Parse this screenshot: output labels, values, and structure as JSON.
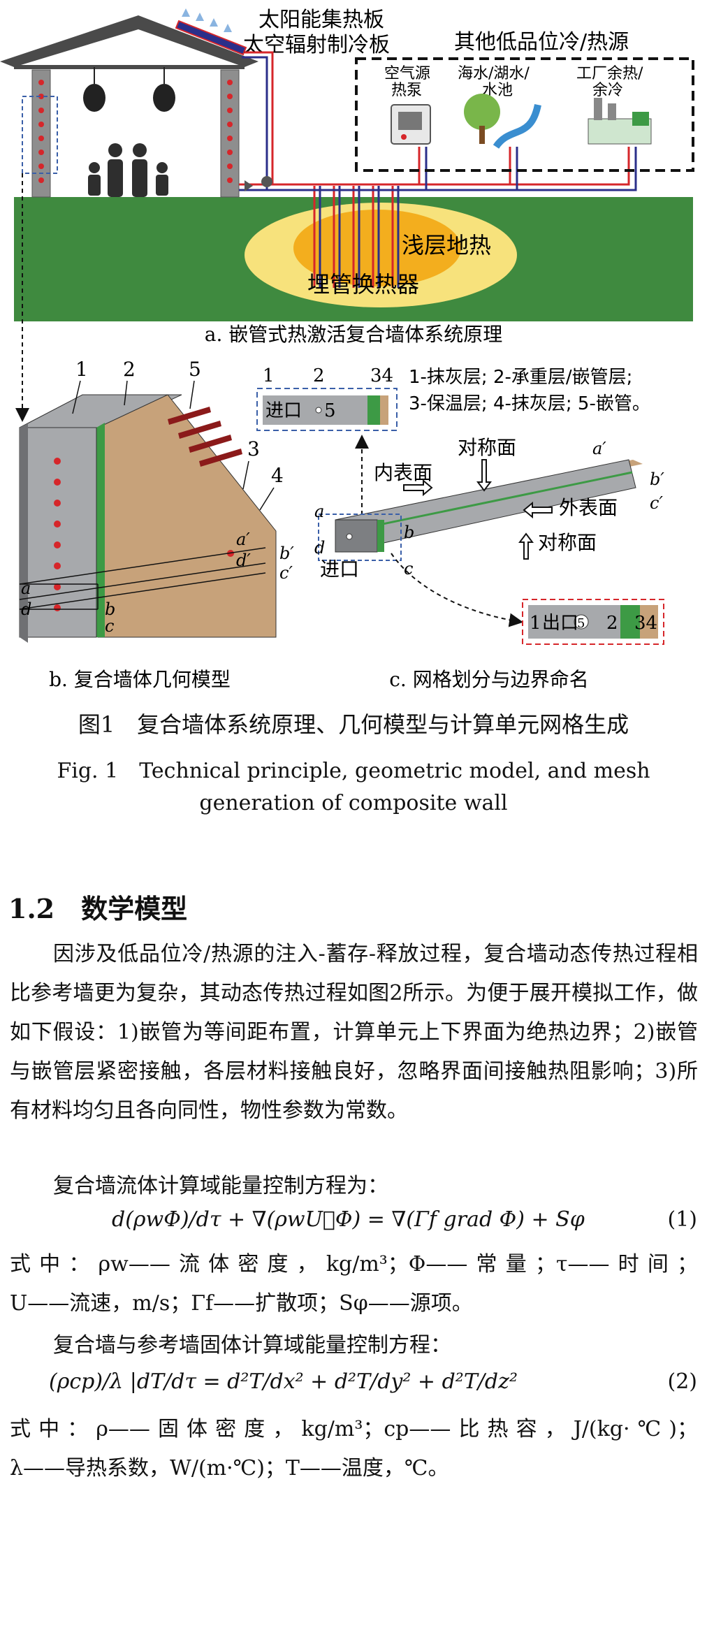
{
  "figure": {
    "panel_a": {
      "solar_label_1": "太阳能集热板",
      "solar_label_2": "太空辐射制冷板",
      "other_sources_title": "其他低品位冷/热源",
      "source_1_a": "空气源",
      "source_1_b": "热泵",
      "source_2_a": "海水/湖水/",
      "source_2_b": "水池",
      "source_3_a": "工厂余热/",
      "source_3_b": "余冷",
      "shallow_geo": "浅层地热",
      "buried_pipe": "埋管换热器",
      "caption": "a. 嵌管式热激活复合墙体系统原理"
    },
    "panel_b": {
      "num_1": "1",
      "num_2": "2",
      "num_3": "3",
      "num_4": "4",
      "num_5": "5",
      "pt_a": "a",
      "pt_b": "b",
      "pt_c": "c",
      "pt_d": "d",
      "pt_a2": "a′",
      "pt_b2": "b′",
      "pt_c2": "c′",
      "pt_d2": "d′",
      "caption": "b. 复合墙体几何模型"
    },
    "panel_c": {
      "legend_line1": "1-抹灰层; 2-承重层/嵌管层;",
      "legend_line2": "3-保温层; 4-抹灰层; 5-嵌管。",
      "inlet_box_nums": [
        "1",
        "2",
        "34"
      ],
      "inlet_box_label": "进口",
      "inlet_box_pipe": "5",
      "outlet_box_1": "1",
      "outlet_box_label": "出口",
      "outlet_box_pipe": "5",
      "outlet_box_2": "2",
      "outlet_box_34": "34",
      "symmetry_top": "对称面",
      "symmetry_bottom": "对称面",
      "inner_surface": "内表面",
      "outer_surface": "外表面",
      "inlet": "进口",
      "pt_a": "a",
      "pt_b": "b",
      "pt_c": "c",
      "pt_d": "d",
      "pt_a2": "a′",
      "pt_b2": "b′",
      "pt_c2": "c′",
      "caption": "c. 网格划分与边界命名"
    },
    "colors": {
      "ground": "#3f8a3f",
      "geo_outer": "#f6e07a",
      "geo_inner": "#f4b31c",
      "hot_pipe": "#d6262a",
      "cold_pipe": "#2b2f8a",
      "wall_brown": "#c7a27a",
      "plaster_gray": "#a7a9ac",
      "insulation_green": "#3d9a45"
    }
  },
  "caption_cn": "图1　复合墙体系统原理、几何模型与计算单元网格生成",
  "caption_en_1": "Fig. 1　Technical principle, geometric model, and mesh",
  "caption_en_2": "generation of composite wall",
  "section_title": "1.2　数学模型",
  "paragraph_1": "因涉及低品位冷/热源的注入-蓄存-释放过程，复合墙动态传热过程相比参考墙更为复杂，其动态传热过程如图2所示。为便于展开模拟工作，做如下假设：1)嵌管为等间距布置，计算单元上下界面为绝热边界；2)嵌管与嵌管层紧密接触，各层材料接触良好，忽略界面间接触热阻影响；3)所有材料均匀且各向同性，物性参数为常数。",
  "paragraph_2": "复合墙流体计算域能量控制方程为：",
  "equation_1": "d(ρwΦ)/dτ + ∇(ρwU⃗Φ) = ∇(Γf grad Φ) + Sφ",
  "equation_1_num": "(1)",
  "where_1_line1": "式中：ρw——流体密度，kg/m³；Φ——常量；τ——时间；",
  "where_1_line2": "U——流速，m/s；Γf——扩散项；Sφ——源项。",
  "paragraph_3": "复合墙与参考墙固体计算域能量控制方程：",
  "equation_2": "(ρcp)/λ |dT/dτ = d²T/dx² + d²T/dy² + d²T/dz²",
  "equation_2_num": "(2)",
  "where_2_line1": "式中：ρ——固体密度，kg/m³；cp——比热容，J/(kg·℃)；",
  "where_2_line2": "λ——导热系数，W/(m·℃)；T——温度，℃。"
}
